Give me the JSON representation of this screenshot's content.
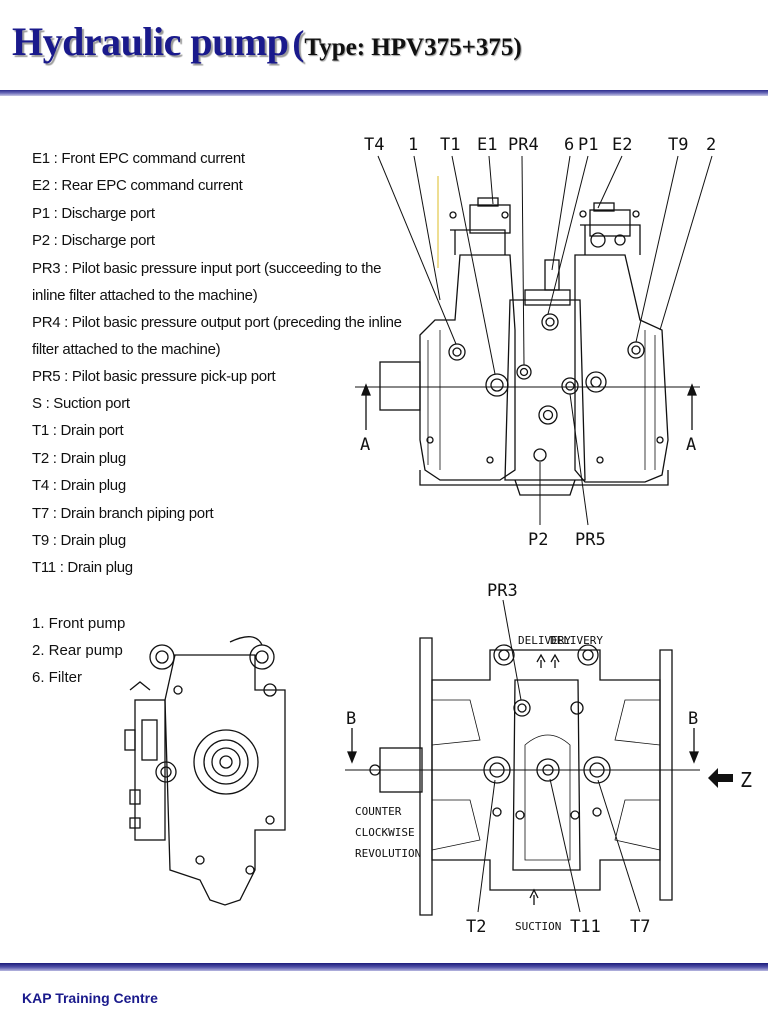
{
  "header": {
    "title": "Hydraulic pump",
    "paren_open": "(",
    "type_text": "Type: HPV375+375)"
  },
  "legend": [
    "E1 : Front EPC command current",
    "E2 : Rear EPC command current",
    "P1 : Discharge port",
    "P2 : Discharge port",
    "PR3 : Pilot basic pressure input port (succeeding to the inline filter attached to the machine)",
    "PR4 : Pilot basic pressure output port (preceding the inline filter attached to the machine)",
    "PR5 : Pilot basic pressure pick-up port",
    "S : Suction port",
    "T1 : Drain port",
    "T2 : Drain plug",
    "T4 : Drain plug",
    "T7 : Drain branch piping port",
    "T9 : Drain plug",
    "T11 : Drain plug"
  ],
  "parts": [
    "1. Front pump",
    "2. Rear pump",
    "6. Filter"
  ],
  "top_view_labels": {
    "t4": "T4",
    "one": "1",
    "t1": "T1",
    "e1": "E1",
    "pr4": "PR4",
    "six": "6",
    "p1": "P1",
    "e2": "E2",
    "t9": "T9",
    "two": "2",
    "p2": "P2",
    "pr5": "PR5",
    "a_left": "A",
    "a_right": "A"
  },
  "bottom_view_labels": {
    "pr3": "PR3",
    "delivery_left": "DELIVERY",
    "delivery_right": "DELIVERY",
    "b_left": "B",
    "b_right": "B",
    "z": "Z",
    "counter": "COUNTER",
    "clockwise": "CLOCKWISE",
    "revolution": "REVOLUTION",
    "t2": "T2",
    "suction": "SUCTION",
    "t11": "T11",
    "t7": "T7"
  },
  "footer": {
    "text": "KAP  Training  Centre"
  }
}
